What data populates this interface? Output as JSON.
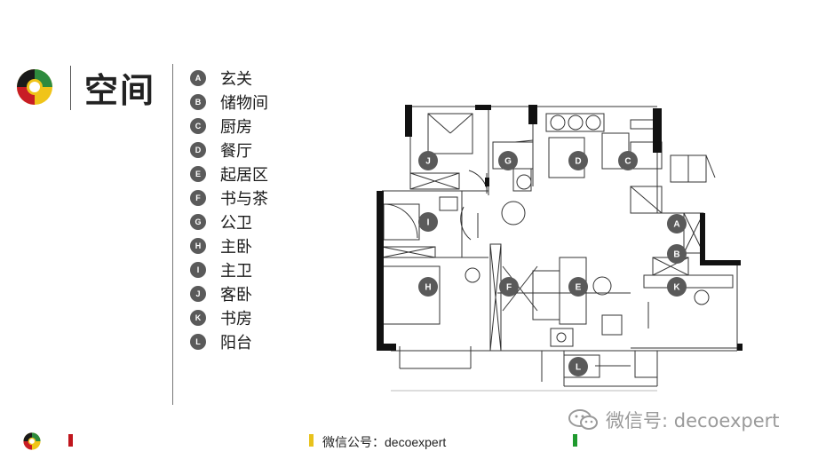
{
  "header": {
    "title": "空间"
  },
  "legend": [
    {
      "badge": "A",
      "label": "玄关"
    },
    {
      "badge": "B",
      "label": "储物间"
    },
    {
      "badge": "C",
      "label": "厨房"
    },
    {
      "badge": "D",
      "label": "餐厅"
    },
    {
      "badge": "E",
      "label": "起居区"
    },
    {
      "badge": "F",
      "label": "书与茶"
    },
    {
      "badge": "G",
      "label": "公卫"
    },
    {
      "badge": "H",
      "label": "主卧"
    },
    {
      "badge": "I",
      "label": "主卫"
    },
    {
      "badge": "J",
      "label": "客卧"
    },
    {
      "badge": "K",
      "label": "书房"
    },
    {
      "badge": "L",
      "label": "阳台"
    }
  ],
  "floorplan_markers": [
    "A",
    "B",
    "C",
    "D",
    "E",
    "F",
    "G",
    "H",
    "I",
    "J",
    "K",
    "L"
  ],
  "footer": {
    "wechat_text": "微信公号：decoexpert",
    "watermark_text": "微信号: decoexpert",
    "mark_colors": [
      "#c0161d",
      "#e8c21c",
      "#1f9a2e"
    ]
  },
  "colors": {
    "marker_fill": "#5a5a5a",
    "logo_yellow": "#f0c419",
    "logo_red": "#c81d25",
    "logo_green": "#2e8b3e",
    "logo_dark": "#1a1a1a"
  }
}
